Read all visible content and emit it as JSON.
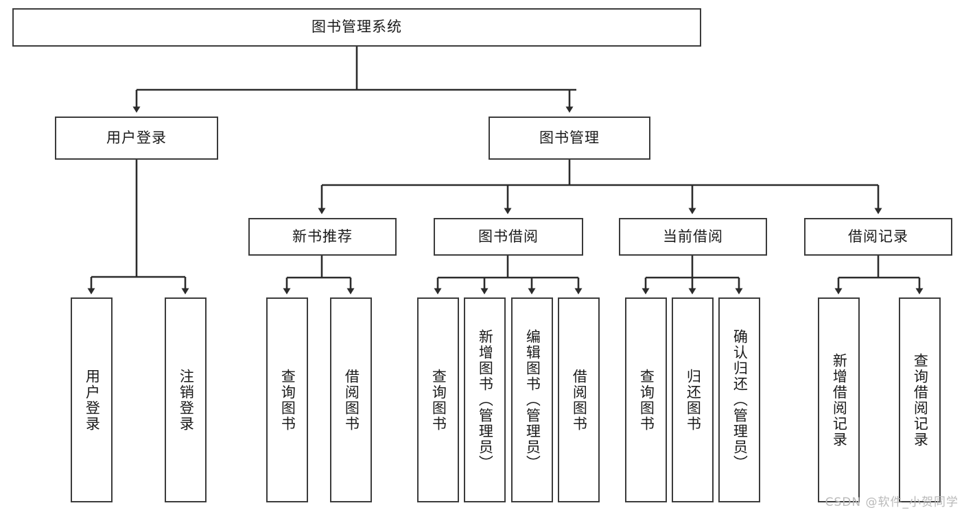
{
  "diagram": {
    "type": "tree",
    "title": "图书管理系统",
    "watermark": "CSDN @软件_小贺同学",
    "colors": {
      "box_border": "#3b3b3b",
      "box_fill": "#ffffff",
      "edge": "#2b2b2b",
      "text": "#1a1a1a",
      "watermark": "#b9b9b9"
    },
    "nodes": {
      "root": {
        "label": "图书管理系统"
      },
      "level2": [
        {
          "id": "user-login",
          "label": "用户登录"
        },
        {
          "id": "book-manage",
          "label": "图书管理"
        }
      ],
      "level3": [
        {
          "id": "new-book-recommend",
          "label": "新书推荐"
        },
        {
          "id": "book-borrow",
          "label": "图书借阅"
        },
        {
          "id": "current-borrow",
          "label": "当前借阅"
        },
        {
          "id": "borrow-record",
          "label": "借阅记录"
        }
      ],
      "leaves": {
        "user_login": [
          {
            "id": "leaf-user-login",
            "label": "用户登录"
          },
          {
            "id": "leaf-logout-login",
            "label": "注销登录"
          }
        ],
        "new_book_recommend": [
          {
            "id": "leaf-query-book-1",
            "label": "查询图书"
          },
          {
            "id": "leaf-borrow-book-1",
            "label": "借阅图书"
          }
        ],
        "book_borrow": [
          {
            "id": "leaf-query-book-2",
            "label": "查询图书"
          },
          {
            "id": "leaf-add-book",
            "label": "新增图书（管理员）"
          },
          {
            "id": "leaf-edit-book",
            "label": "编辑图书（管理员）"
          },
          {
            "id": "leaf-borrow-book-2",
            "label": "借阅图书"
          }
        ],
        "current_borrow": [
          {
            "id": "leaf-query-book-3",
            "label": "查询图书"
          },
          {
            "id": "leaf-return-book",
            "label": "归还图书"
          },
          {
            "id": "leaf-confirm-return",
            "label": "确认归还（管理员）"
          }
        ],
        "borrow_record": [
          {
            "id": "leaf-add-record",
            "label": "新增借阅记录"
          },
          {
            "id": "leaf-query-record",
            "label": "查询借阅记录"
          }
        ]
      }
    }
  }
}
